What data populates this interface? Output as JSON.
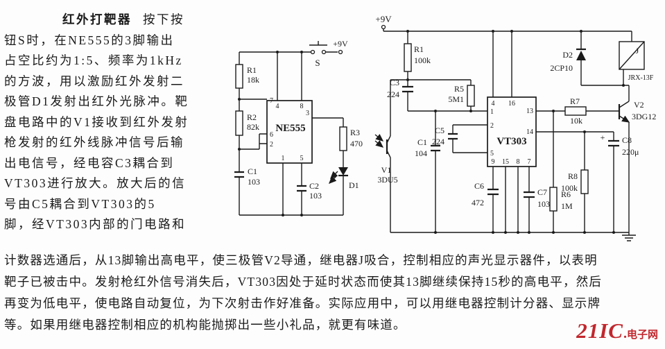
{
  "article": {
    "title": "红外打靶器",
    "lead": "按下按",
    "lines": [
      "钮S时，在NE555的3脚输出",
      "占空比约为1:5、频率为1kHz",
      "的方波，用以激励红外发射二",
      "极管D1发射出红外光脉冲。靶",
      "盘电路中的V1接收到红外发射",
      "枪发射的红外线脉冲信号后输",
      "出电信号，经电容C3耦合到",
      "VT303进行放大。放大后的信",
      "号由C5耦合到VT303的5",
      "脚，经VT303内部的门电路和"
    ],
    "bottom_lines": [
      "计数器选通后，从13脚输出高电平，使三极管V2导通，继电器J吸合，控制相应的声光显示器件，以表明",
      "靶子已被击中。发射枪红外信号消失后，VT303因处于延时状态而使其13脚继续保持15秒的高电平，然后",
      "再变为低电平，使电路自动复位，为下次射击作好准备。实际应用中，可以用继电器控制计分器、显示牌",
      "等。如果用继电器控制相应的机构能抛掷出一些小礼品，就更有味道。"
    ]
  },
  "ne555_circuit": {
    "supply": "+9V",
    "switch": "S",
    "ic": "NE555",
    "r1": "R1",
    "r1_value": "18k",
    "r2": "R2",
    "r2_value": "82k",
    "r3": "R3",
    "r3_value": "470",
    "c1": "C1",
    "c1_value": "103",
    "c2": "C2",
    "c2_value": "103",
    "d1": "D1",
    "pins": {
      "p1": "1",
      "p2": "2",
      "p3": "3",
      "p4": "4",
      "p5": "5",
      "p6": "6",
      "p7": "7",
      "p8": "8"
    }
  },
  "vt303_circuit": {
    "supply": "+9V",
    "ic": "VT303",
    "r1": "R1",
    "r1_value": "100k",
    "r5": "R5",
    "r5_value": "5M1",
    "r6": "R6",
    "r6_value": "1M",
    "r7": "R7",
    "r7_value": "10k",
    "r8": "R8",
    "r8_value": "100k",
    "c1": "C1",
    "c1_value": "104",
    "c3": "C3",
    "c3_value": "224",
    "c5": "C5",
    "c5_value": "224",
    "c6": "C6",
    "c6_value": "472",
    "c7": "C7",
    "c7_value": "103",
    "c8": "C8",
    "c8_value": "220μ",
    "c8_plus": "+",
    "v1": "V1",
    "v1_type": "3DU5",
    "v2": "V2",
    "v2_type": "3DG12",
    "d2": "D2",
    "d2_type": "2CP10",
    "relay": "J",
    "relay_type": "JRX-13F",
    "pins": {
      "p1": "1",
      "p2": "2",
      "p4": "4",
      "p5": "5",
      "p7": "7",
      "p8": "8",
      "p9": "9",
      "p13": "13",
      "p14": "14",
      "p15": "15",
      "p16": "16"
    }
  },
  "watermark": {
    "brand": "21IC",
    "dot": ".",
    "suffix": "电子网"
  }
}
